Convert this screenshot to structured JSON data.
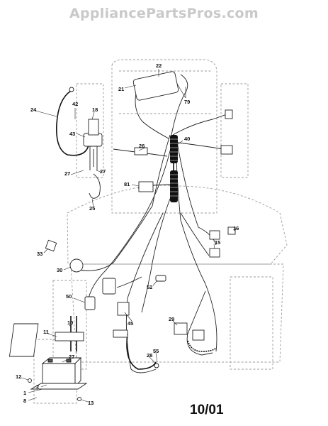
{
  "watermark": "AppliancePartsPros.com",
  "page_date": "10/01",
  "callouts": [
    "22",
    "21",
    "79",
    "42",
    "24",
    "18",
    "43",
    "40",
    "26",
    "27",
    "27",
    "81",
    "25",
    "16",
    "33",
    "15",
    "30",
    "50",
    "52",
    "45",
    "29",
    "10",
    "11",
    "27",
    "28",
    "55",
    "12",
    "2",
    "1",
    "8",
    "13"
  ]
}
